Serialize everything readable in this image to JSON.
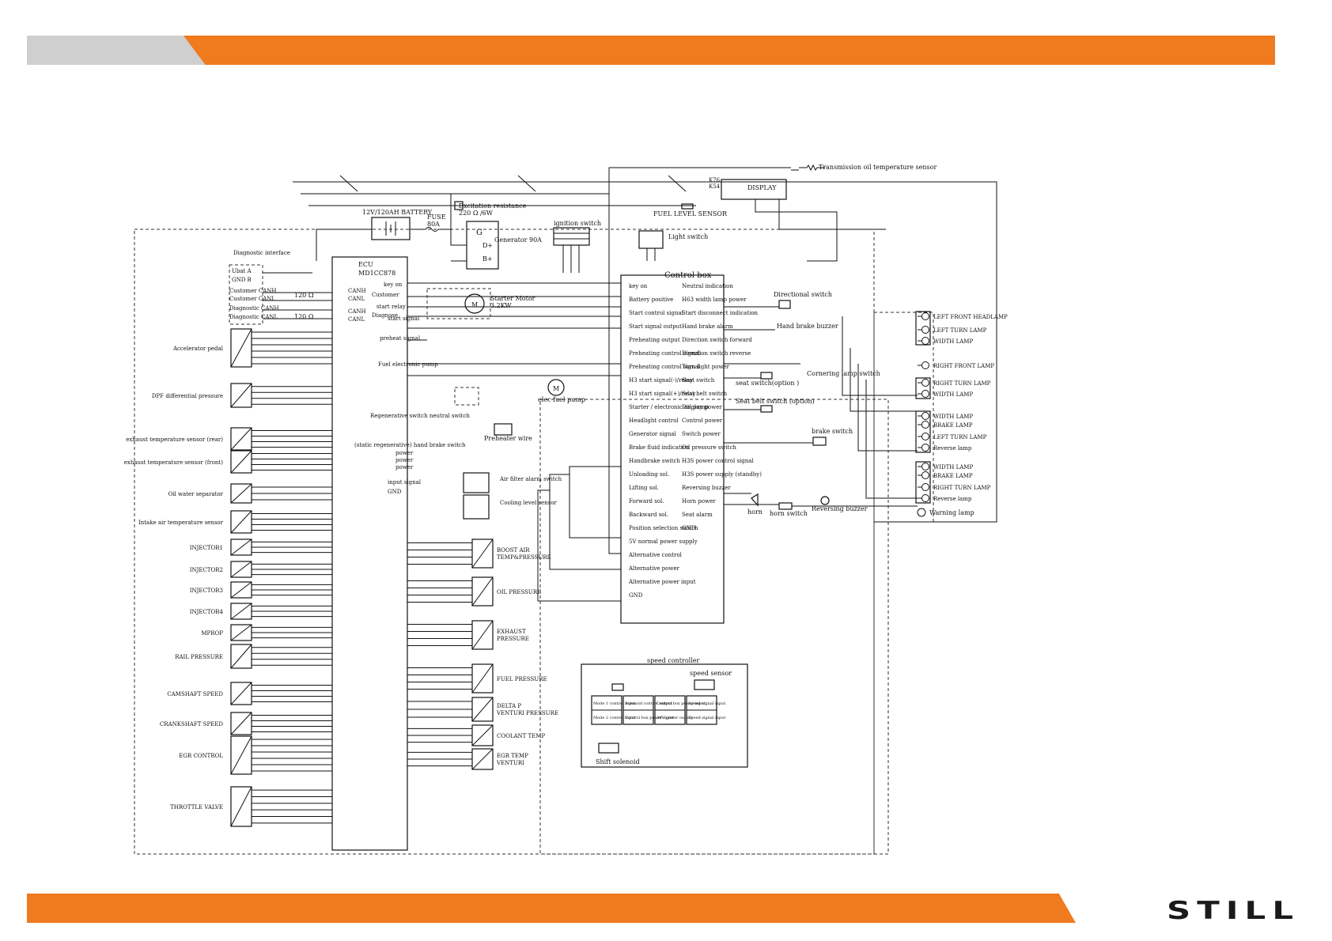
{
  "brand": {
    "logo": "STILL",
    "accent": "#f07a1e",
    "grey": "#cfcfcf"
  },
  "labels": {
    "transmission_sensor": "Transmission oil temperature sensor",
    "display": "DISPLAY",
    "fuel_level_sensor": "FUEL LEVEL SENSOR",
    "battery": "12V/120AH BATTERY",
    "fuse": "FUSE",
    "fuse_rating": "80A",
    "excitation": "Excitation resistance",
    "excitation_value": "220 Ω /6W",
    "generator": "Generator 90A",
    "ignition": "ignition switch",
    "light_switch": "Light switch",
    "control_box": "Control box",
    "diag_interface": "Diagnostic interface",
    "ecu": "ECU",
    "ecu_model": "MD1CC878",
    "res_120_a": "120 Ω",
    "res_120_b": "120 Ω",
    "starter_motor": "Starter Motor",
    "starter_kw": "3.2KW",
    "accel_pedal": "Accelerator pedal",
    "dpf": "DPF differential pressure",
    "exh_temp_rear": "exhaust temperature sensor (rear)",
    "exh_temp_front": "exhaust temperature sensor (front)",
    "oil_water_sep": "Oil water separator",
    "intake_air": "Intake air temperature sensor",
    "injector1": "INJECTOR1",
    "injector2": "INJECTOR2",
    "injector3": "INJECTOR3",
    "injector4": "INJECTOR4",
    "mprop": "MPROP",
    "rail_pressure": "RAIL PRESSURE",
    "camshaft": "CAMSHAFT SPEED",
    "crankshaft": "CRANKSHAFT SPEED",
    "egr_control": "EGR CONTROL",
    "throttle": "THROTTLE VALVE",
    "elec_fuel_pump": "elec fuel pump",
    "preheater": "Preheater wire",
    "air_filter": "Air filter alarm switch",
    "cooling_level": "Cooling level sensor",
    "boost_air": "BOOST AIR TEMP&PRESSURE",
    "oil_pressure": "OIL PRESSURE",
    "exhaust_pressure": "EXHAUST PRESSURE",
    "fuel_pressure": "FUEL PRESSURE",
    "delta_p": "DELTA P VENTURI PRESSURE",
    "coolant_temp": "COOLANT TEMP",
    "egr_temp": "EGR TEMP VENTURI",
    "directional_switch": "Directional switch",
    "hand_brake_buzzer": "Hand brake buzzer",
    "cornering_lamp": "Cornering lamp switch",
    "seat_switch": "seat switch(option )",
    "seat_belt": "Seat belt switch (option)",
    "brake_switch": "brake switch",
    "horn": "horn",
    "horn_switch": "horn switch",
    "reversing_buzzer": "Reversing buzzer",
    "warning_lamp": "Warning lamp",
    "speed_controller": "speed controller",
    "speed_sensor": "speed sensor",
    "shift_solenoid": "Shift solenoid"
  },
  "lamps": [
    "LEFT FRONT HEADLAMP",
    "LEFT TURN LAMP",
    "WIDTH LAMP",
    "RIGHT FRONT LAMP",
    "RIGHT TURN LAMP",
    "WIDTH LAMP",
    "WIDTH LAMP",
    "BRAKE LAMP",
    "LEFT TURN LAMP",
    "Reverse lamp",
    "WIDTH LAMP",
    "BRAKE LAMP",
    "RIGHT TURN LAMP",
    "Reverse lamp"
  ],
  "control_box_left": [
    "key on",
    "Battery positive",
    "Start control signal",
    "Start signal output",
    "Preheating output",
    "Preheating control signal",
    "Preheating control signal",
    "H3 start signal(-)/relay",
    "H3 start signal(+)/relay",
    "Starter / electronic oil pump",
    "Headlight control",
    "Generator signal",
    "Brake fluid indication",
    "Handbrake switch",
    "Unloading sol.",
    "Lifting sol.",
    "Forward sol.",
    "Backward sol.",
    "Position selection switch",
    "5V normal power supply",
    "Alternative control",
    "Alternative power",
    "Alternative power input",
    "GND"
  ],
  "control_box_right": [
    "Neutral indication",
    "H63 width lamp power",
    "Start disconnect indication",
    "Hand brake alarm",
    "Direction switch forward",
    "Direction switch reverse",
    "Turn light power",
    "Seat switch",
    "Seat belt switch",
    "Display power",
    "Control power",
    "Switch power",
    "Oil pressure switch",
    "H3S power control signal",
    "H3S power supply (standby)",
    "Reversing buzzer",
    "Horn power",
    "Seat alarm",
    "GND"
  ],
  "ecu_pins": {
    "can": [
      "CANH",
      "CANL",
      "CANH",
      "CANL"
    ],
    "can_desc": [
      "Customer",
      "Diagnose"
    ],
    "key_on": "key on",
    "start_relay": "start relay",
    "start_signal": "start signal",
    "preheat_signal": "preheat signal",
    "fuel_pump": "Fuel electronic pump",
    "regen_neutral": "Regenerative switch neutral switch",
    "static_regen": "(static regenerative) hand brake switch",
    "power": [
      "power",
      "power",
      "power"
    ],
    "input_signal": "input signal",
    "gnd": "GND"
  },
  "speed_ctrl_cells": [
    "Mode 1 control input",
    "Mode 2 control input",
    "Solenoid control output",
    "Control box power input",
    "Speed signal input",
    "Control box power input",
    "24V power output",
    "Speed signal input"
  ]
}
